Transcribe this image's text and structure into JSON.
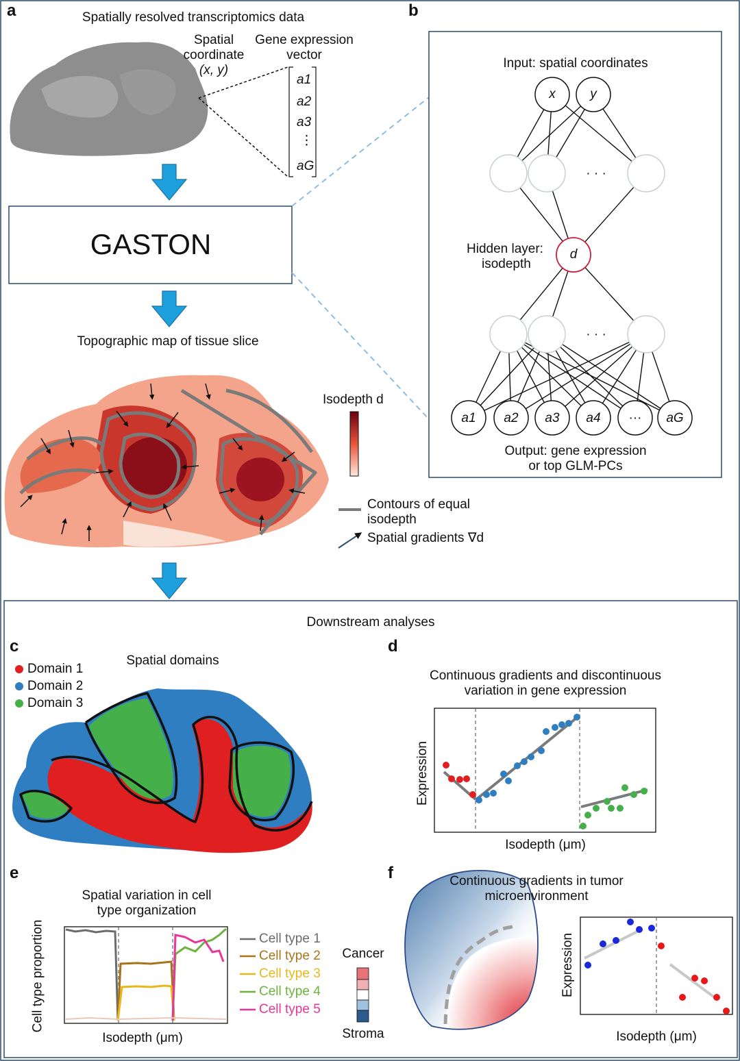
{
  "panels": {
    "a": {
      "letter": "a",
      "title": "Spatially resolved transcriptomics data",
      "spatial_coord": [
        "Spatial",
        "coordinate",
        "(x, y)"
      ],
      "gene_vector": [
        "Gene expression",
        "vector"
      ],
      "vector_entries": [
        "a1",
        "a2",
        "a3",
        "⋮",
        "aG"
      ],
      "method": "GASTON",
      "map_title": "Topographic map of tissue slice",
      "colorbar_label": "Isodepth d",
      "legend": [
        "Contours of equal",
        "isodepth",
        "Spatial gradients ∇d"
      ]
    },
    "b": {
      "letter": "b",
      "input_label": "Input: spatial coordinates",
      "input_nodes": [
        "x",
        "y"
      ],
      "hidden_label": [
        "Hidden layer:",
        "isodepth"
      ],
      "hidden_node": "d",
      "ellipsis": "· · ·",
      "output_nodes": [
        "a1",
        "a2",
        "a3",
        "a4",
        "···",
        "aG"
      ],
      "output_label": [
        "Output: gene expression",
        "or top GLM-PCs"
      ]
    },
    "downstream_title": "Downstream analyses",
    "c": {
      "letter": "c",
      "title": "Spatial domains",
      "legend": [
        {
          "label": "Domain 1",
          "color": "#e02020"
        },
        {
          "label": "Domain 2",
          "color": "#2f7ec1"
        },
        {
          "label": "Domain 3",
          "color": "#45b049"
        }
      ]
    },
    "d": {
      "letter": "d",
      "title": [
        "Continuous gradients and discontinuous",
        "variation in gene expression"
      ],
      "ylabel": "Expression",
      "xlabel": "Isodepth (μm)"
    },
    "e": {
      "letter": "e",
      "title": [
        "Spatial variation in cell",
        "type organization"
      ],
      "ylabel": "Cell type proportion",
      "xlabel": "Isodepth (μm)",
      "legend": [
        {
          "label": "Cell type 1",
          "color": "#6b6b6b"
        },
        {
          "label": "Cell type 2",
          "color": "#a8741a"
        },
        {
          "label": "Cell type 3",
          "color": "#e8b81a"
        },
        {
          "label": "Cell type 4",
          "color": "#6cb33e"
        },
        {
          "label": "Cell type 5",
          "color": "#e8369a"
        }
      ]
    },
    "f": {
      "letter": "f",
      "title": [
        "Continuous gradients in tumor",
        "microenvironment"
      ],
      "cancer_label": "Cancer",
      "stroma_label": "Stroma",
      "ylabel": "Expression",
      "xlabel": "Isodepth (μm)"
    }
  },
  "colors": {
    "arrow": "#1ea0dc",
    "contour": "#7a7a7a",
    "border": "#2a4a6a"
  }
}
